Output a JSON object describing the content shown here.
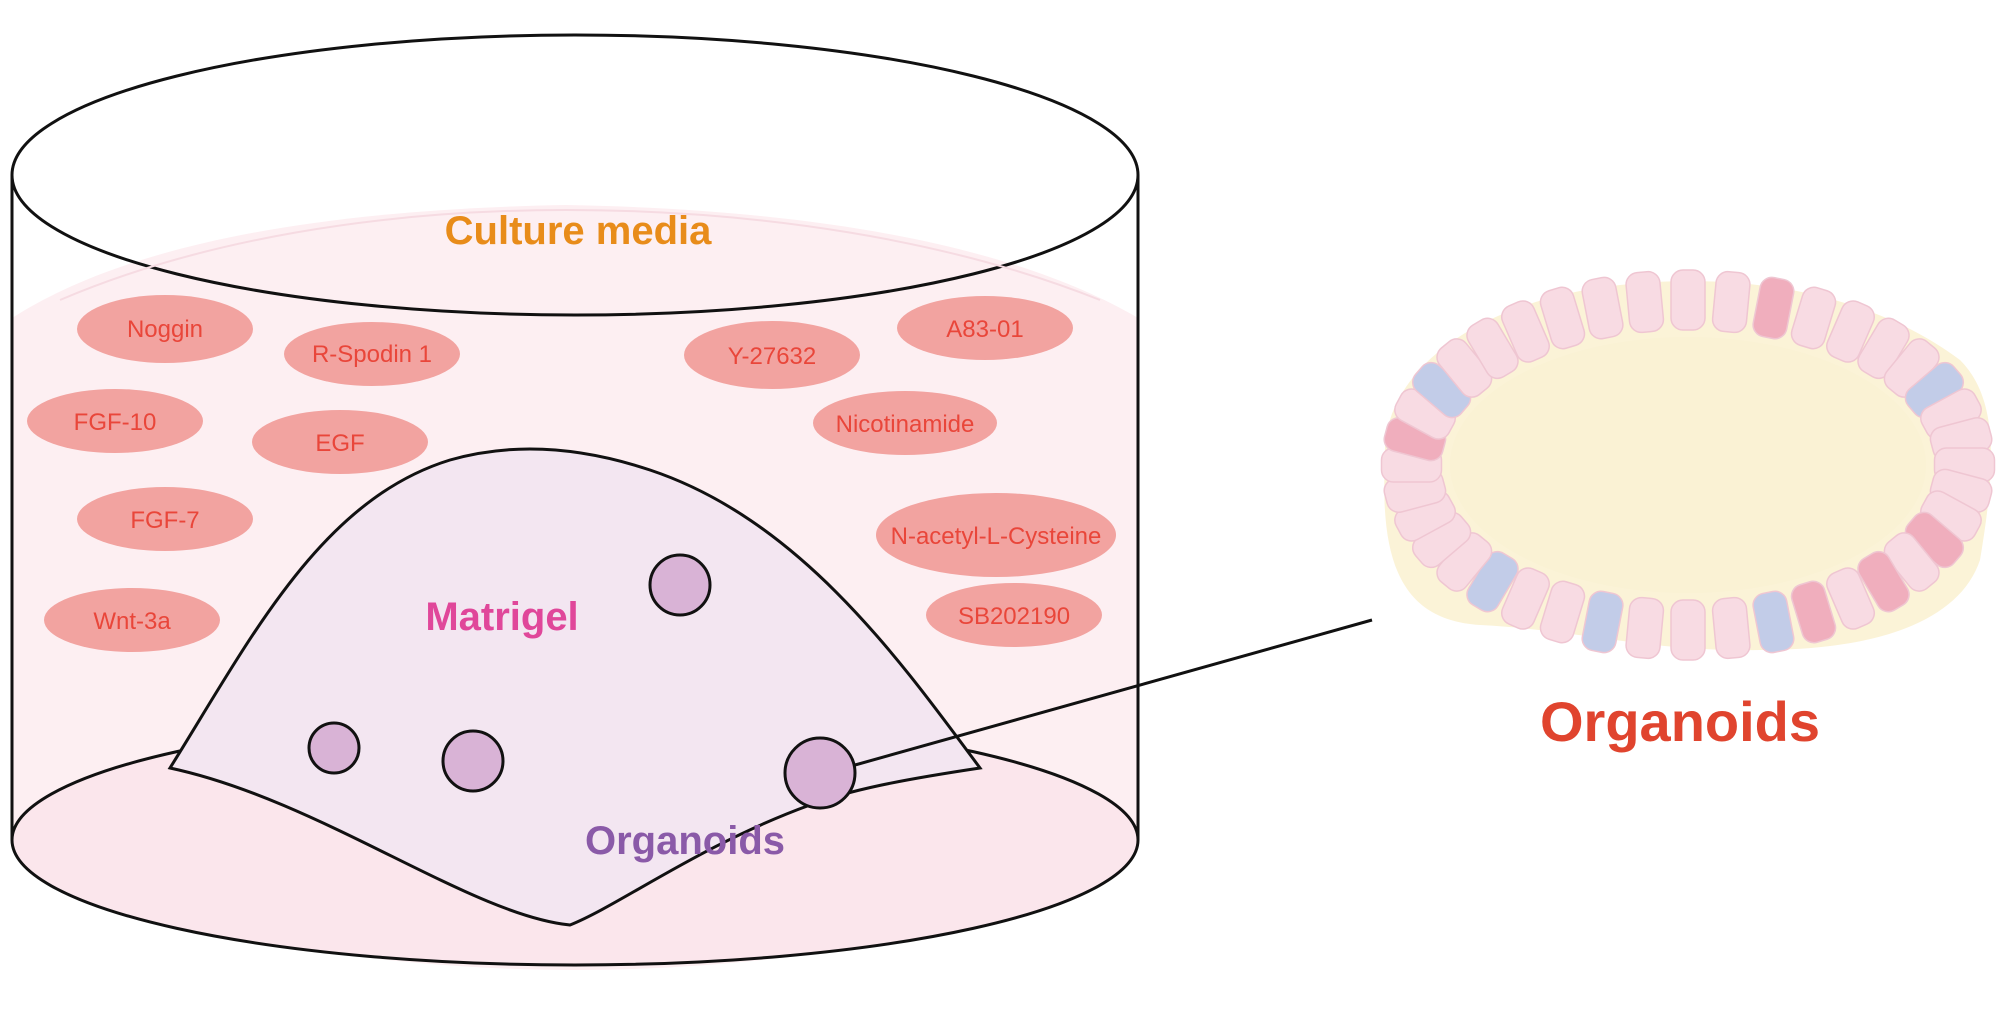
{
  "labels": {
    "culture_media": "Culture media",
    "matrigel": "Matrigel",
    "organoids_inner": "Organoids",
    "organoids_detail": "Organoids"
  },
  "factors": [
    {
      "name": "noggin",
      "text": "Noggin"
    },
    {
      "name": "r-spondin-1",
      "text": "R-Spodin  1"
    },
    {
      "name": "fgf-10",
      "text": "FGF-10"
    },
    {
      "name": "egf",
      "text": "EGF"
    },
    {
      "name": "fgf-7",
      "text": "FGF-7"
    },
    {
      "name": "wnt-3a",
      "text": "Wnt-3a"
    },
    {
      "name": "y-27632",
      "text": "Y-27632"
    },
    {
      "name": "a83-01",
      "text": "A83-01"
    },
    {
      "name": "nicotinamide",
      "text": "Nicotinamide"
    },
    {
      "name": "n-acetyl-l-cysteine",
      "text": "N-acetyl-L-Cysteine"
    },
    {
      "name": "sb202190",
      "text": "SB202190"
    }
  ],
  "colors": {
    "culture_media_label": "#e88c1a",
    "matrigel_label": "#e0479a",
    "organoids_inner_label": "#8a5aa8",
    "organoids_detail_label": "#e0442e",
    "factor_fill": "#f2a3a0",
    "factor_text": "#e9463a",
    "media_fill": "#fdeff2",
    "matrigel_fill": "#f3e6f1",
    "organoid_fill": "#d9b3d6",
    "lumen_fill": "#faf2d4",
    "cell_pink": "#f8dbe3",
    "cell_dark_pink": "#f0aebd",
    "cell_blue": "#c2cce8"
  }
}
